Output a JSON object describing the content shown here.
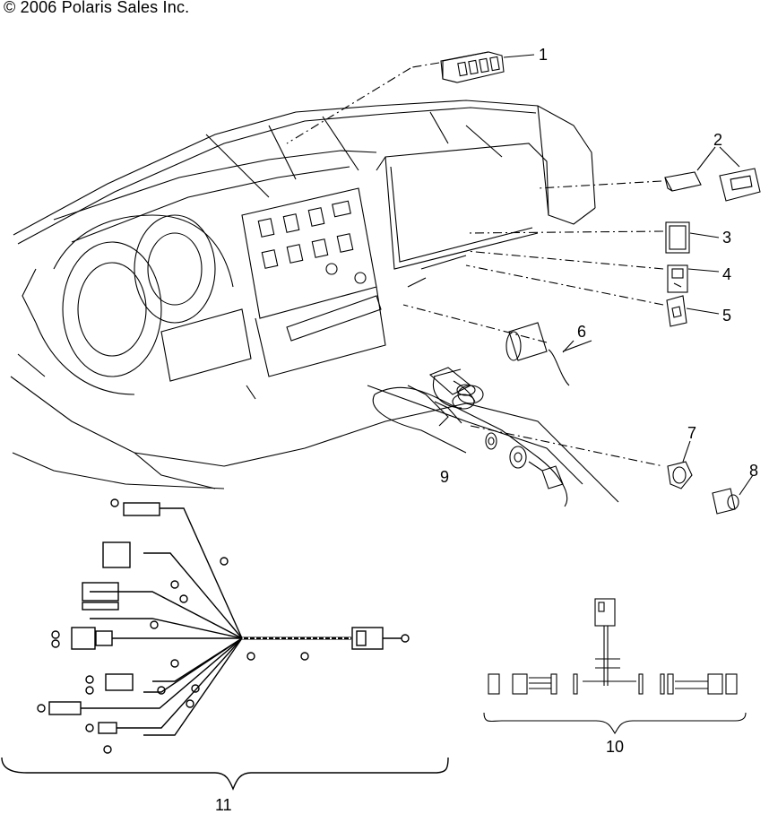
{
  "copyright": "© 2006 Polaris Sales Inc.",
  "callouts": {
    "c1": "1",
    "c2": "2",
    "c3": "3",
    "c4": "4",
    "c5": "5",
    "c6": "6",
    "c7": "7",
    "c8": "8",
    "c9": "9",
    "c10": "10",
    "c11": "11"
  },
  "colors": {
    "line": "#000000",
    "background": "#ffffff"
  }
}
